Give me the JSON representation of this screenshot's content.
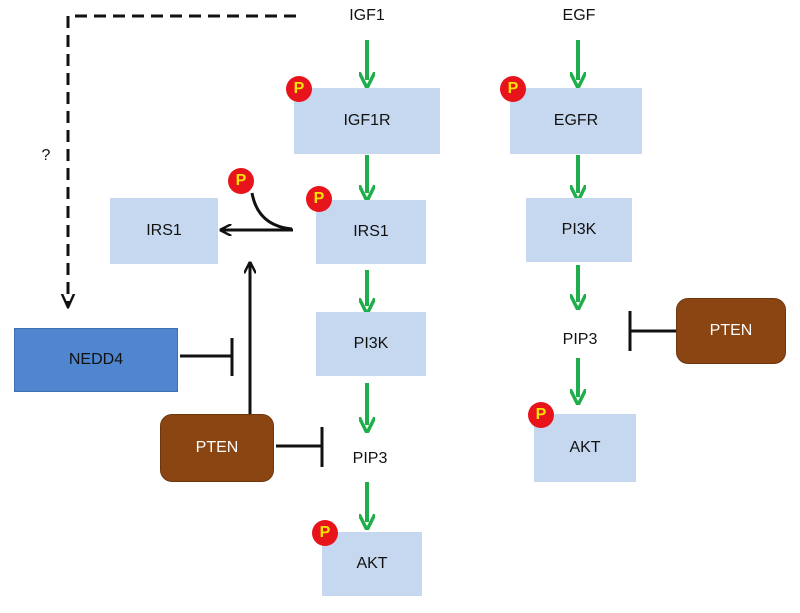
{
  "colors": {
    "box_fill": "#c6d8ef",
    "nedd4_fill": "#4f86cf",
    "pten_fill": "#8b4513",
    "green_arrow": "#1fae4b",
    "black_arrow": "#111111",
    "phospho_badge": "#e8141c",
    "phospho_text": "#f7e300"
  },
  "phospho_label": "P",
  "nodes": {
    "igf1": "IGF1",
    "igf1r": "IGF1R",
    "irs1_main": "IRS1",
    "irs1_left": "IRS1",
    "pi3k_left": "PI3K",
    "pip3_left": "PIP3",
    "akt_left": "AKT",
    "nedd4": "NEDD4",
    "pten_left": "PTEN",
    "egf": "EGF",
    "egfr": "EGFR",
    "pi3k_right": "PI3K",
    "pip3_right": "PIP3",
    "akt_right": "AKT",
    "pten_right": "PTEN",
    "question_mark": "?"
  }
}
